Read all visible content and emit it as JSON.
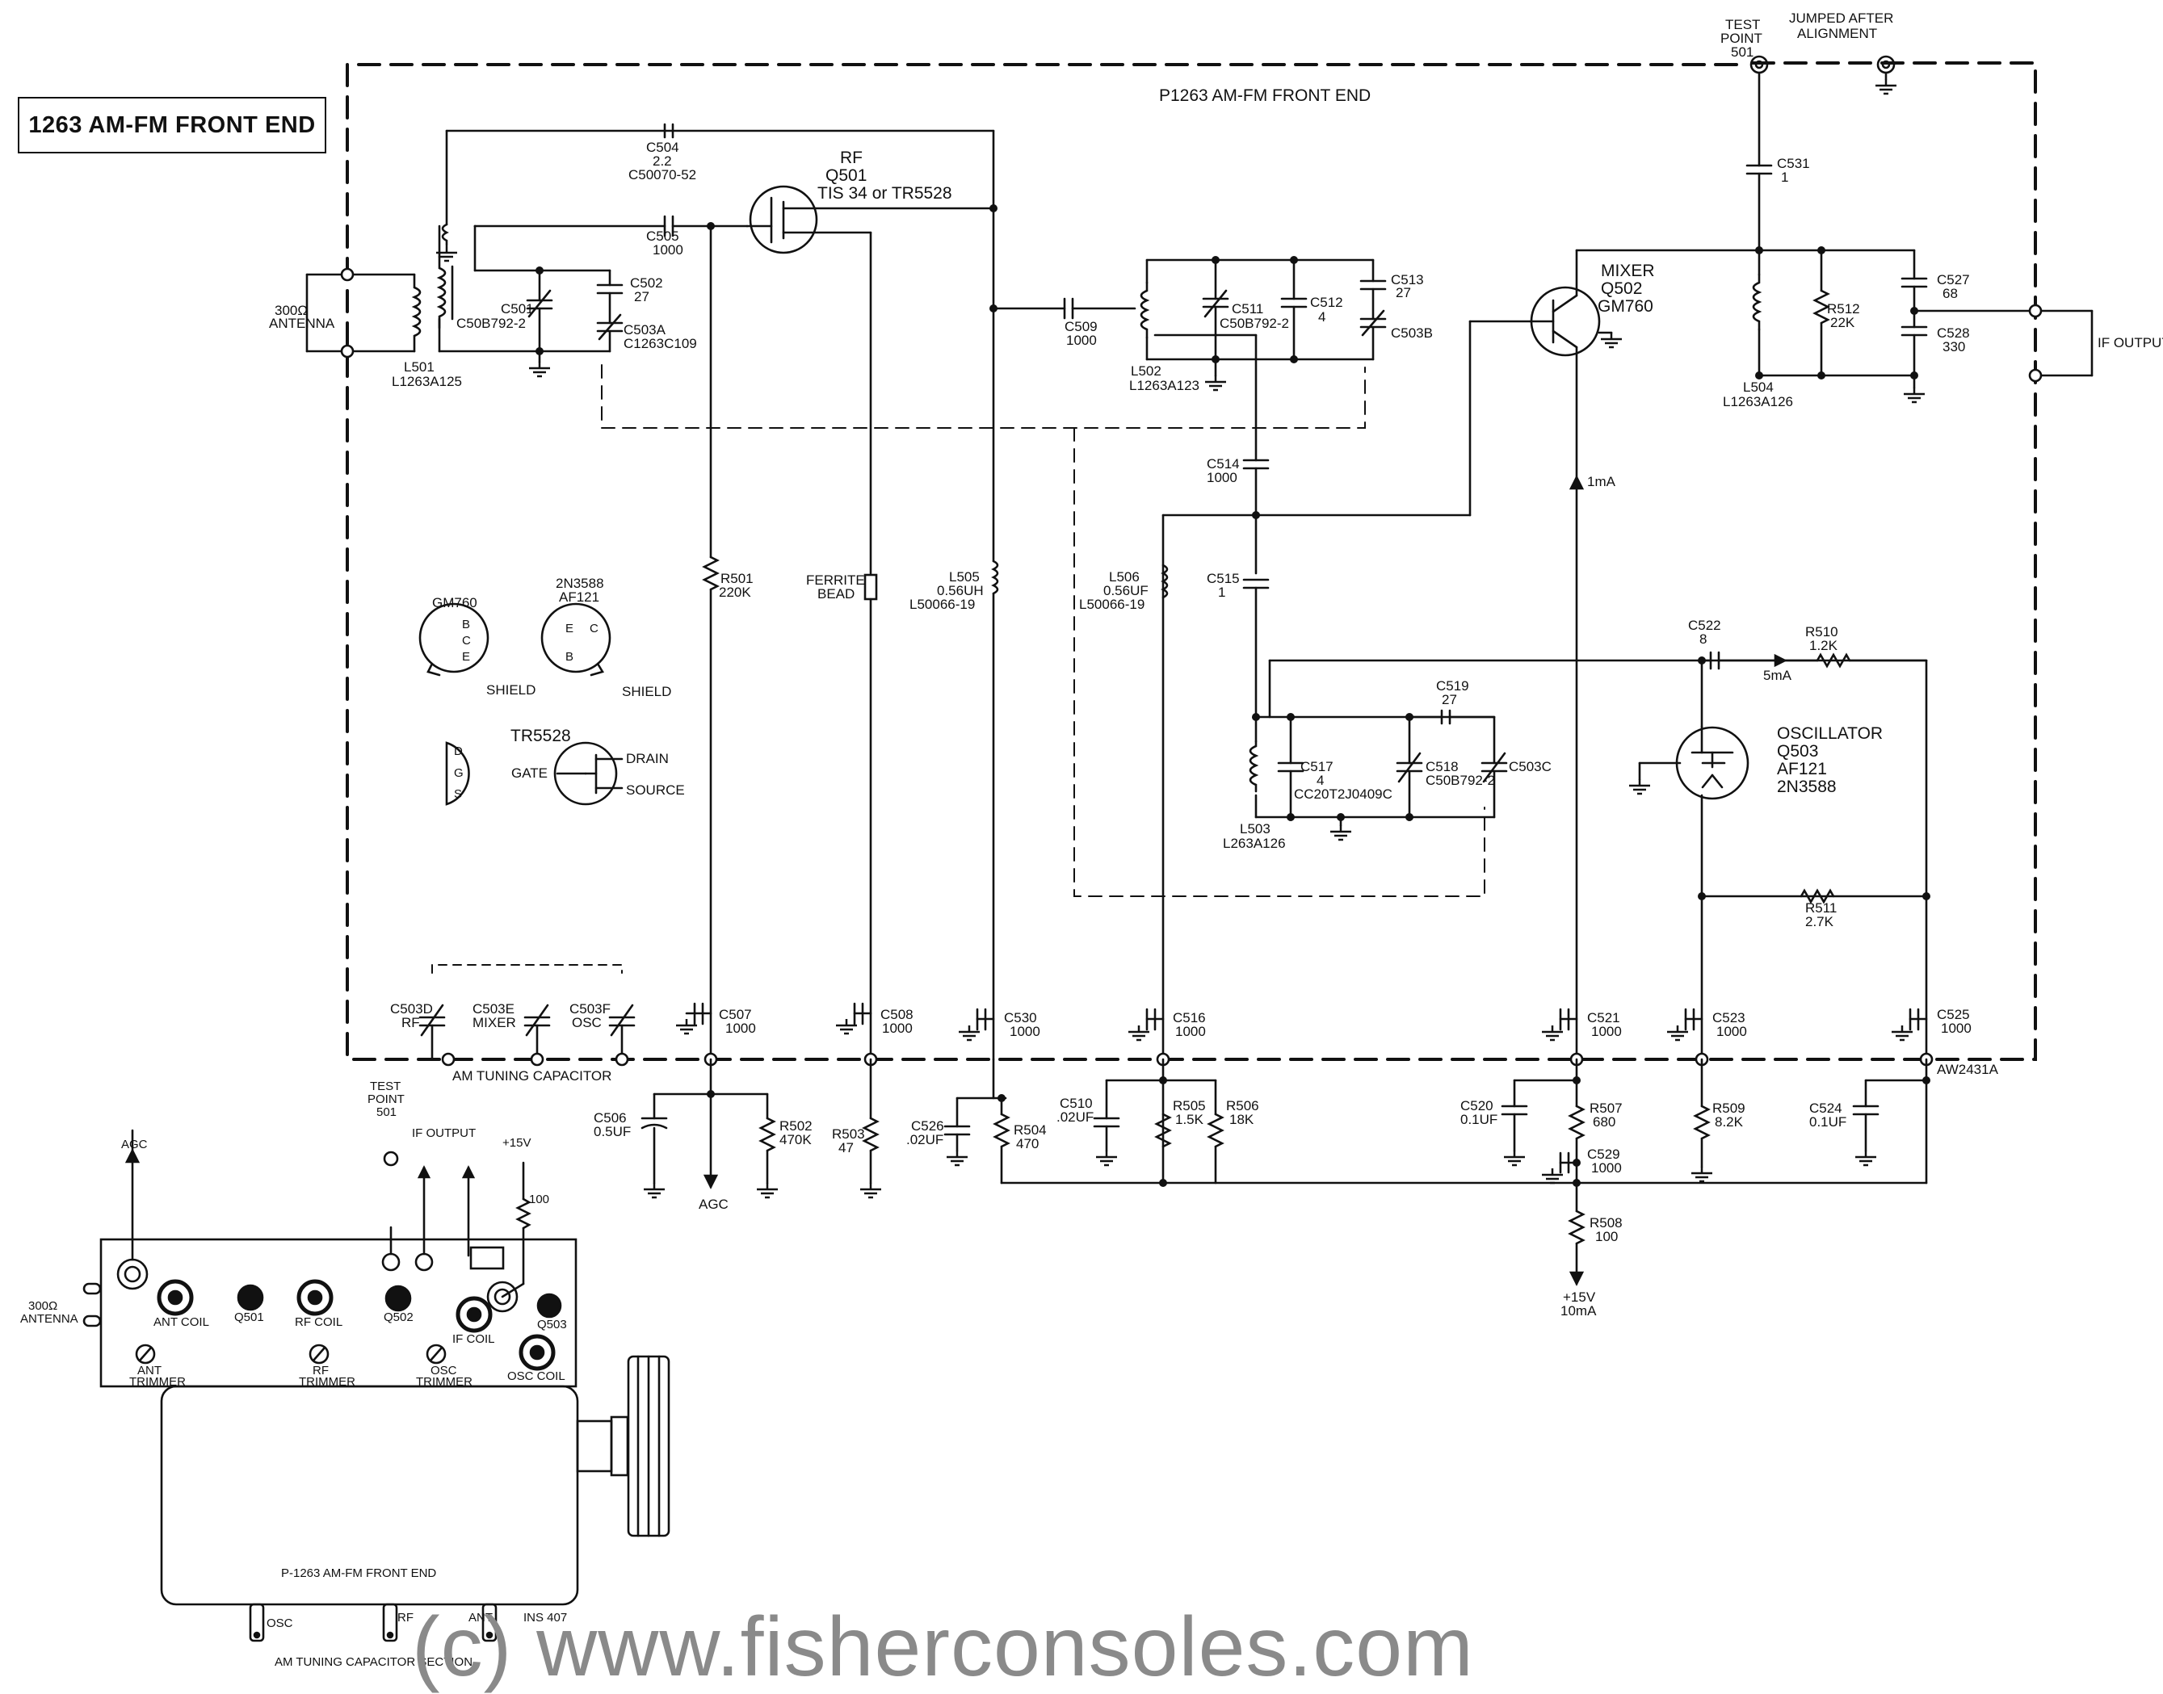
{
  "title": "1263 AM-FM FRONT END",
  "frame_title": "P1263 AM-FM FRONT END",
  "doc_code": "AW2431A",
  "watermark": "(c) www.fisherconsoles.com",
  "test_point": {
    "line1": "TEST",
    "line2": "POINT",
    "line3": "501"
  },
  "jumped": {
    "line1": "JUMPED AFTER",
    "line2": "ALIGNMENT"
  },
  "if_output": "IF OUTPUT",
  "antenna": {
    "line1": "300Ω",
    "line2": "ANTENNA"
  },
  "components": {
    "c504": [
      "C504",
      "2.2",
      "C50070-52"
    ],
    "q501": [
      "RF",
      "Q501",
      "TIS 34 or TR5528"
    ],
    "c505": [
      "C505",
      "1000"
    ],
    "c501": [
      "C501",
      "C50B792-2"
    ],
    "c502": [
      "C502",
      "27"
    ],
    "c503a": [
      "C503A",
      "C1263C109"
    ],
    "l501": [
      "L501",
      "L1263A125"
    ],
    "c509": [
      "C509",
      "1000"
    ],
    "l502": [
      "L502",
      "L1263A123"
    ],
    "c511": [
      "C511",
      "C50B792-2"
    ],
    "c512": [
      "C512",
      "4"
    ],
    "c513": [
      "C513",
      "27"
    ],
    "c503b": [
      "C503B"
    ],
    "q502": [
      "MIXER",
      "Q502",
      "GM760"
    ],
    "c531": [
      "C531",
      "1"
    ],
    "c527": [
      "C527",
      "68"
    ],
    "c528": [
      "C528",
      "330"
    ],
    "r512": [
      "R512",
      "22K"
    ],
    "l504": [
      "L504",
      "L1263A126"
    ],
    "c514": [
      "C514",
      "1000"
    ],
    "c515": [
      "C515",
      "1"
    ],
    "l506": [
      "L506",
      "0.56UF",
      "L50066-19"
    ],
    "l505": [
      "L505",
      "0.56UH",
      "L50066-19"
    ],
    "ferrite": [
      "FERRITE",
      "BEAD"
    ],
    "r501": [
      "R501",
      "220K"
    ],
    "ima": "1mA",
    "c522": [
      "C522",
      "8"
    ],
    "r510": [
      "R510",
      "1.2K"
    ],
    "five_ma": "5mA",
    "q503": [
      "OSCILLATOR",
      "Q503",
      "AF121",
      "2N3588"
    ],
    "c519": [
      "C519",
      "27"
    ],
    "c517": [
      "C517",
      "4",
      "CC20T2J0409C"
    ],
    "c518": [
      "C518",
      "C50B792-2"
    ],
    "c503c": [
      "C503C"
    ],
    "l503": [
      "L503",
      "L263A126"
    ],
    "r511": [
      "R511",
      "2.7K"
    ],
    "c503d": [
      "C503D",
      "RF"
    ],
    "c503e": [
      "C503E",
      "MIXER"
    ],
    "c503f": [
      "C503F",
      "OSC"
    ],
    "am_tuning": "AM TUNING CAPACITOR",
    "c507": [
      "C507",
      "1000"
    ],
    "c508": [
      "C508",
      "1000"
    ],
    "c530": [
      "C530",
      "1000"
    ],
    "c516": [
      "C516",
      "1000"
    ],
    "c521": [
      "C521",
      "1000"
    ],
    "c523": [
      "C523",
      "1000"
    ],
    "c525": [
      "C525",
      "1000"
    ],
    "c506": [
      "C506",
      "0.5UF"
    ],
    "r502": [
      "R502",
      "470K"
    ],
    "agc": "AGC",
    "r503": [
      "R503",
      "47"
    ],
    "c526": [
      "C526",
      ".02UF"
    ],
    "r504": [
      "R504",
      "470"
    ],
    "c510": [
      "C510",
      ".02UF"
    ],
    "r505": [
      "R505",
      "1.5K"
    ],
    "r506": [
      "R506",
      "18K"
    ],
    "c520": [
      "C520",
      "0.1UF"
    ],
    "r507": [
      "R507",
      "680"
    ],
    "c529": [
      "C529",
      "1000"
    ],
    "r508": [
      "R508",
      "100"
    ],
    "supply": [
      "+15V",
      "10mA"
    ],
    "r509": [
      "R509",
      "8.2K"
    ],
    "c524": [
      "C524",
      "0.1UF"
    ]
  },
  "pinouts": {
    "gm760": {
      "name": "GM760",
      "pins": [
        "B",
        "C",
        "E"
      ],
      "shield": "SHIELD"
    },
    "af121": {
      "name": [
        "2N3588",
        "AF121"
      ],
      "pins": [
        "E",
        "C",
        "B"
      ],
      "shield": "SHIELD"
    },
    "tr5528": {
      "name": "TR5528",
      "pins": [
        "D",
        "G",
        "S"
      ],
      "gate": "GATE",
      "drain": "DRAIN",
      "source": "SOURCE"
    }
  },
  "module": {
    "agc": "AGC",
    "test_point": [
      "TEST",
      "POINT",
      "501"
    ],
    "if_output": "IF OUTPUT",
    "plus15": "+15V",
    "r100": "100",
    "antenna": [
      "300Ω",
      "ANTENNA"
    ],
    "labels": [
      "ANT COIL",
      "Q501",
      "RF COIL",
      "Q502",
      "IF COIL",
      "Q503",
      "OSC COIL"
    ],
    "trimmers": [
      [
        "ANT",
        "TRIMMER"
      ],
      [
        "RF",
        "TRIMMER"
      ],
      [
        "OSC",
        "TRIMMER"
      ]
    ],
    "box_label": "P-1263 AM-FM FRONT END",
    "pins": [
      "OSC",
      "RF",
      "ANT"
    ],
    "ins": "INS 407",
    "section": "AM TUNING CAPACITOR SECTION"
  }
}
